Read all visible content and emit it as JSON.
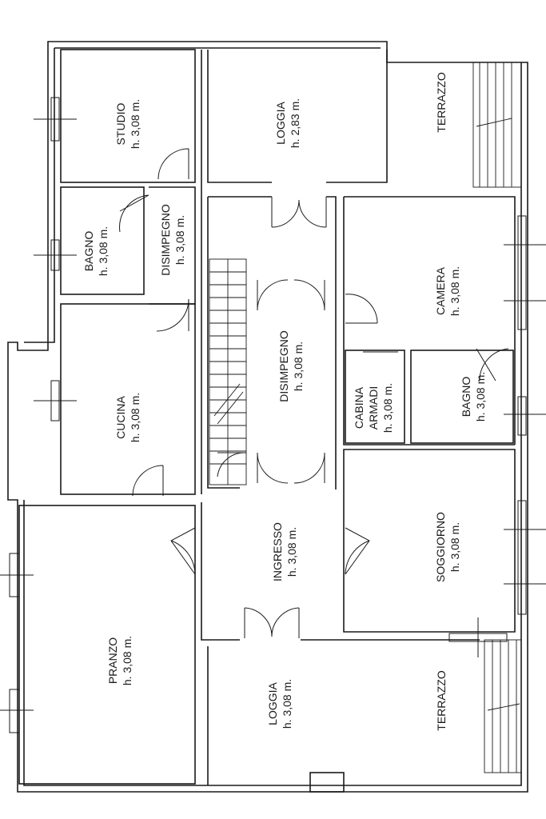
{
  "rooms": [
    {
      "id": "studio",
      "name": "STUDIO",
      "height": "h. 3,08 m."
    },
    {
      "id": "bagno_1",
      "name": "BAGNO",
      "height": "h. 3,08 m."
    },
    {
      "id": "disimpegno_1",
      "name": "DISIMPEGNO",
      "height": "h. 3,08 m."
    },
    {
      "id": "cucina",
      "name": "CUCINA",
      "height": "h. 3,08 m."
    },
    {
      "id": "pranzo",
      "name": "PRANZO",
      "height": "h. 3,08 m."
    },
    {
      "id": "loggia_top",
      "name": "LOGGIA",
      "height": "h. 2,83 m."
    },
    {
      "id": "disimpegno_2",
      "name": "DISIMPEGNO",
      "height": "h. 3,08 m."
    },
    {
      "id": "ingresso",
      "name": "INGRESSO",
      "height": "h. 3,08 m."
    },
    {
      "id": "loggia_bottom",
      "name": "LOGGIA",
      "height": "h. 3,08 m."
    },
    {
      "id": "terrazzo_top",
      "name": "TERRAZZO",
      "height": ""
    },
    {
      "id": "camera",
      "name": "CAMERA",
      "height": "h. 3,08 m."
    },
    {
      "id": "cabina_armadi",
      "name": "CABINA",
      "name2": "ARMADI",
      "height": "h. 3,08 m."
    },
    {
      "id": "bagno_2",
      "name": "BAGNO",
      "height": "h. 3,08 m."
    },
    {
      "id": "soggiorno",
      "name": "SOGGIORNO",
      "height": "h. 3,08 m."
    },
    {
      "id": "terrazzo_bottom",
      "name": "TERRAZZO",
      "height": ""
    }
  ]
}
